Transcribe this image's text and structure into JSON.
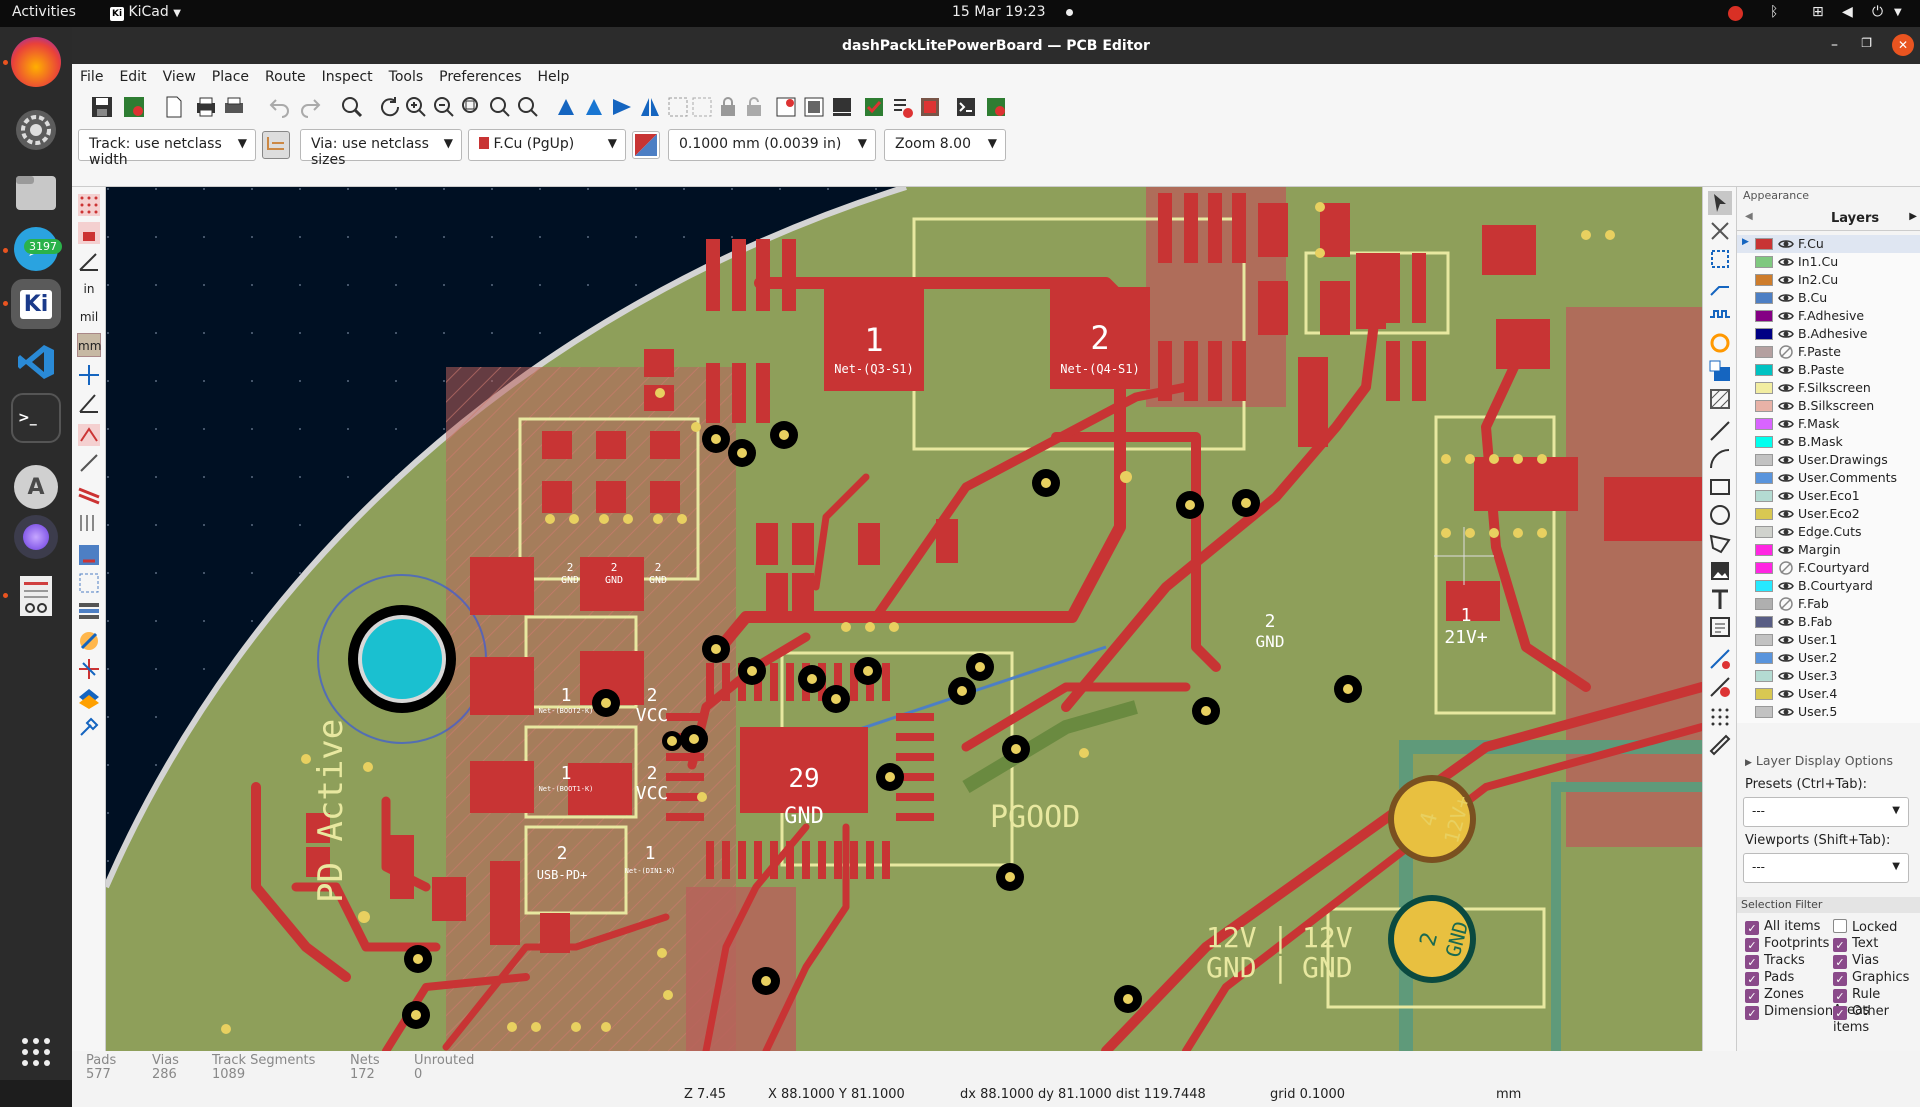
{
  "top_bar": {
    "activities": "Activities",
    "app_name": "KiCad",
    "datetime": "15 Mar  19:23"
  },
  "dock": {
    "telegram_badge": "3197",
    "kicad_label": "Ki"
  },
  "window": {
    "title": "dashPackLitePowerBoard — PCB Editor",
    "menu": [
      "File",
      "Edit",
      "View",
      "Place",
      "Route",
      "Inspect",
      "Tools",
      "Preferences",
      "Help"
    ]
  },
  "toolbar2": {
    "track": "Track: use netclass width",
    "via": "Via: use netclass sizes",
    "layer": "F.Cu (PgUp)",
    "grid": "0.1000 mm (0.0039 in)",
    "zoom": "Zoom 8.00"
  },
  "left_tools": {
    "units_in": "in",
    "units_mil": "mil",
    "units_mm": "mm"
  },
  "board": {
    "components": [
      {
        "num": "1",
        "net": "Net-(Q3-S1)"
      },
      {
        "num": "2",
        "net": "Net-(Q4-S1)"
      },
      {
        "num": "2",
        "net": "GND"
      },
      {
        "num": "1",
        "net": "21V+"
      },
      {
        "num": "2",
        "net": "VCC"
      },
      {
        "num": "2",
        "net": "VCC"
      },
      {
        "num": "1",
        "net": "Net-(BOOT2-K)"
      },
      {
        "num": "1",
        "net": "Net-(BOOT1-K)"
      },
      {
        "num": "2",
        "net": "USB-PD+"
      },
      {
        "num": "1",
        "net": "Net-(DIN1-K)"
      },
      {
        "num": "29",
        "net": "GND"
      },
      {
        "num": "2",
        "net": "GND"
      },
      {
        "num": "2",
        "net": "GND"
      },
      {
        "num": "2",
        "net": "GND"
      },
      {
        "num": "4",
        "net": "12V+"
      },
      {
        "num": "2",
        "net": "GND"
      }
    ],
    "silk": {
      "pd_active": "PD Active",
      "pgood": "PGOOD",
      "v12a": "12V",
      "v12b": "12V",
      "gnd_a": "GND",
      "gnd_b": "GND",
      "bar": "|"
    }
  },
  "appearance": {
    "header": "Appearance",
    "tab": "Layers",
    "layers": [
      {
        "name": "F.Cu",
        "color": "#c83434",
        "visible": true
      },
      {
        "name": "In1.Cu",
        "color": "#7fc87f",
        "visible": true
      },
      {
        "name": "In2.Cu",
        "color": "#ce7d2c",
        "visible": true
      },
      {
        "name": "B.Cu",
        "color": "#4d7fc4",
        "visible": true
      },
      {
        "name": "F.Adhesive",
        "color": "#840084",
        "visible": true
      },
      {
        "name": "B.Adhesive",
        "color": "#000084",
        "visible": true
      },
      {
        "name": "F.Paste",
        "color": "#b4a0a0",
        "visible": false
      },
      {
        "name": "B.Paste",
        "color": "#00c2c2",
        "visible": true
      },
      {
        "name": "F.Silkscreen",
        "color": "#f2eda1",
        "visible": true
      },
      {
        "name": "B.Silkscreen",
        "color": "#e8b2a7",
        "visible": true
      },
      {
        "name": "F.Mask",
        "color": "#d864ff",
        "visible": true
      },
      {
        "name": "B.Mask",
        "color": "#02ffee",
        "visible": true
      },
      {
        "name": "User.Drawings",
        "color": "#c2c2c2",
        "visible": true
      },
      {
        "name": "User.Comments",
        "color": "#5994dc",
        "visible": true
      },
      {
        "name": "User.Eco1",
        "color": "#b4dbd2",
        "visible": true
      },
      {
        "name": "User.Eco2",
        "color": "#d8c852",
        "visible": true
      },
      {
        "name": "Edge.Cuts",
        "color": "#d0d2cd",
        "visible": true
      },
      {
        "name": "Margin",
        "color": "#ff26e2",
        "visible": true
      },
      {
        "name": "F.Courtyard",
        "color": "#ff26e2",
        "visible": false
      },
      {
        "name": "B.Courtyard",
        "color": "#26e9ff",
        "visible": true
      },
      {
        "name": "F.Fab",
        "color": "#afafaf",
        "visible": false
      },
      {
        "name": "B.Fab",
        "color": "#585d84",
        "visible": true
      },
      {
        "name": "User.1",
        "color": "#c2c2c2",
        "visible": true
      },
      {
        "name": "User.2",
        "color": "#5994dc",
        "visible": true
      },
      {
        "name": "User.3",
        "color": "#b4dbd2",
        "visible": true
      },
      {
        "name": "User.4",
        "color": "#d8c852",
        "visible": true
      },
      {
        "name": "User.5",
        "color": "#c2c2c2",
        "visible": true
      }
    ],
    "layer_display_options": "Layer Display Options",
    "presets_label": "Presets (Ctrl+Tab):",
    "presets_value": "---",
    "viewports_label": "Viewports (Shift+Tab):",
    "viewports_value": "---",
    "selection_filter": "Selection Filter",
    "filters_left": [
      "All items",
      "Footprints",
      "Tracks",
      "Pads",
      "Zones",
      "Dimensions"
    ],
    "filters_right": [
      "Locked",
      "Text",
      "Vias",
      "Graphics",
      "Rule Areas",
      "Other items"
    ]
  },
  "status": {
    "pads_label": "Pads",
    "pads": "577",
    "vias_label": "Vias",
    "vias": "286",
    "tracks_label": "Track Segments",
    "tracks": "1089",
    "nets_label": "Nets",
    "nets": "172",
    "unrouted_label": "Unrouted",
    "unrouted": "0"
  },
  "coords": {
    "z": "Z 7.45",
    "xy": "X 88.1000  Y 81.1000",
    "dxy": "dx 88.1000  dy 81.1000  dist 119.7448",
    "grid": "grid 0.1000",
    "units": "mm"
  }
}
